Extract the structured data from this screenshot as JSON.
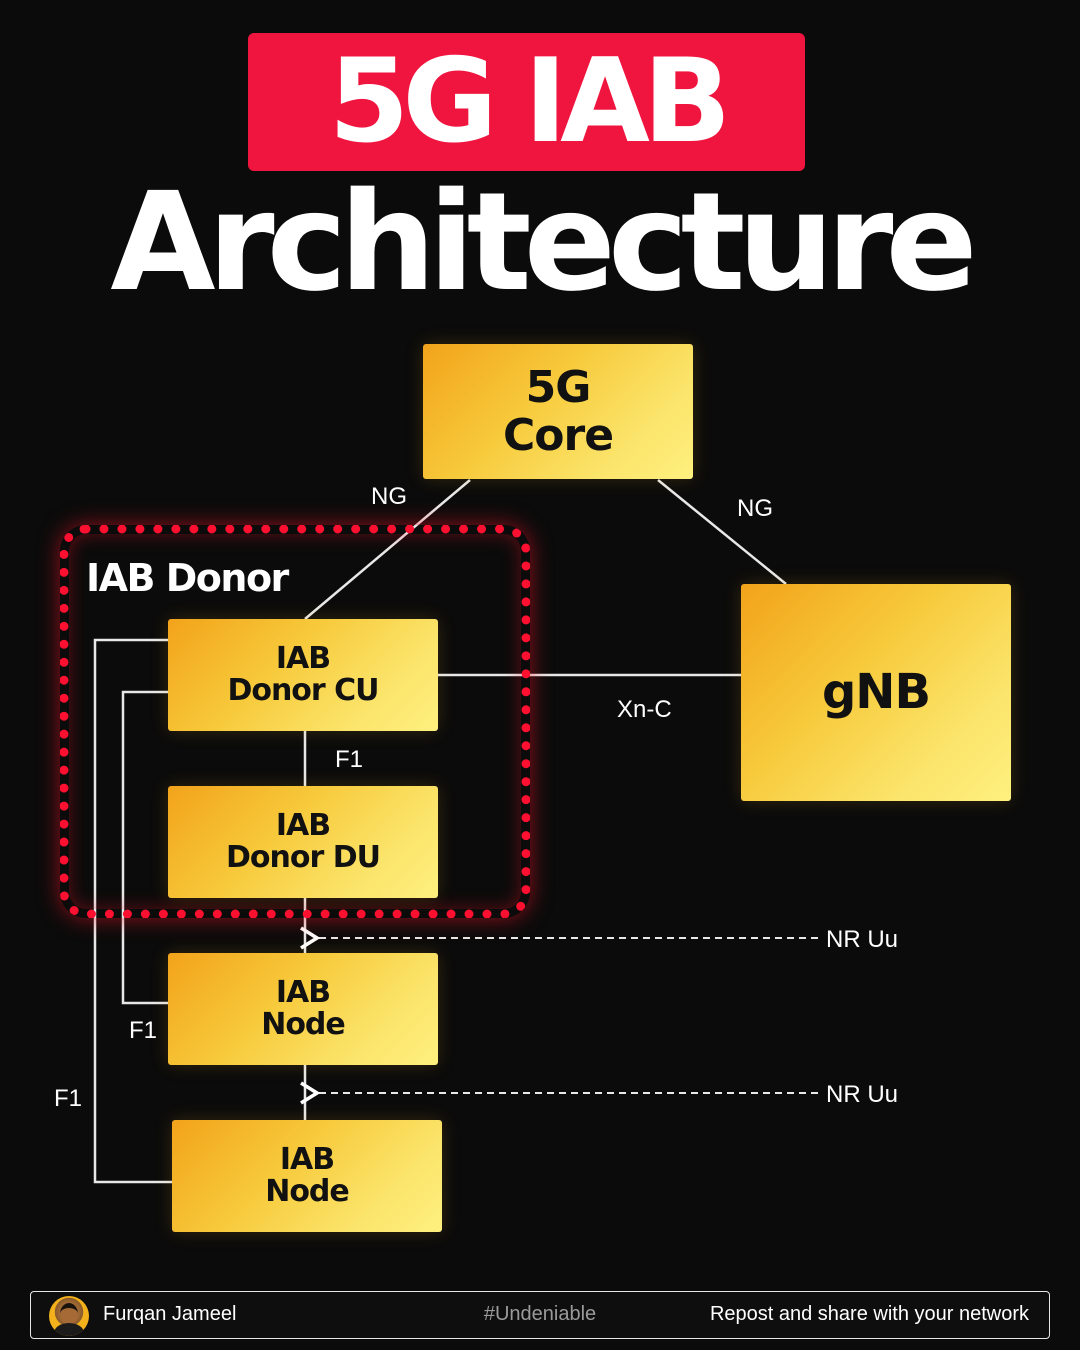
{
  "title": {
    "line1": "5G IAB",
    "line2": "Architecture"
  },
  "colors": {
    "title_badge": "#f0153f",
    "box_gradient_start": "#f2a31b",
    "box_gradient_end": "#fef07f",
    "donor_frame": "#ff1030",
    "background": "#0b0b0b"
  },
  "diagram": {
    "core": {
      "line1": "5G",
      "line2": "Core"
    },
    "gnb": {
      "label": "gNB"
    },
    "donor": {
      "label": "IAB Donor",
      "cu": {
        "line1": "IAB",
        "line2": "Donor CU"
      },
      "du": {
        "line1": "IAB",
        "line2": "Donor DU"
      }
    },
    "node1": {
      "line1": "IAB",
      "line2": "Node"
    },
    "node2": {
      "line1": "IAB",
      "line2": "Node"
    },
    "interfaces": {
      "ng_left": "NG",
      "ng_right": "NG",
      "xn": "Xn-C",
      "f1_cu_du": "F1",
      "f1_node1": "F1",
      "f1_node2": "F1",
      "nr_uu_1": "NR Uu",
      "nr_uu_2": "NR Uu"
    }
  },
  "footer": {
    "author": "Furqan Jameel",
    "hashtag": "#Undeniable",
    "cta": "Repost and share with your network"
  }
}
